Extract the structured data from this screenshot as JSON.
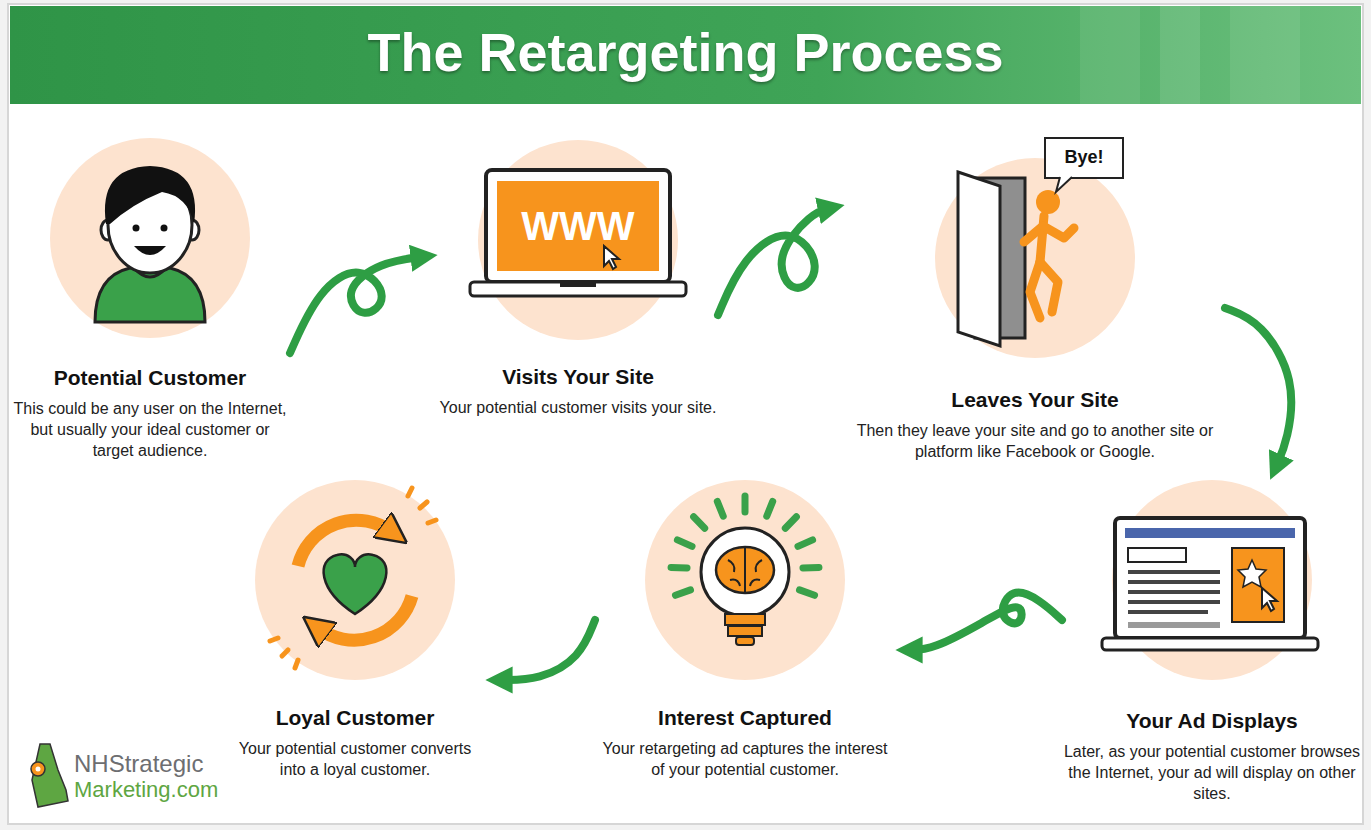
{
  "diagram": {
    "title": "The Retargeting Process",
    "nodes": [
      {
        "text": [
          "Potential Customer",
          "This could be any user on the Internet, but usually your ideal customer or target audience."
        ]
      },
      {
        "text": [
          "Visits Your Site",
          "Your potential customer visits your site."
        ]
      },
      {
        "text": [
          "Leaves Your Site",
          "Then they leave your site and go to another site or platform like Facebook or Google."
        ]
      },
      {
        "text": [
          "Your Ad Displays",
          "Later, as your potential customer browses the Internet, your ad will display on other sites."
        ]
      },
      {
        "text": [
          "Interest Captured",
          "Your retargeting ad captures the interest of your potential customer."
        ]
      },
      {
        "text": [
          "Loyal Customer",
          "Your potential customer converts into a loyal customer."
        ]
      }
    ],
    "edges": [
      {
        "from": 0,
        "to": 1,
        "arrow": "to"
      },
      {
        "from": 1,
        "to": 2,
        "arrow": "to"
      },
      {
        "from": 2,
        "to": 3,
        "arrow": "to"
      },
      {
        "from": 3,
        "to": 4,
        "arrow": "to"
      },
      {
        "from": 4,
        "to": 5,
        "arrow": "to"
      }
    ],
    "labels": [
      "WWW",
      "Bye!",
      "NHStrategic",
      "Marketing.com"
    ]
  }
}
